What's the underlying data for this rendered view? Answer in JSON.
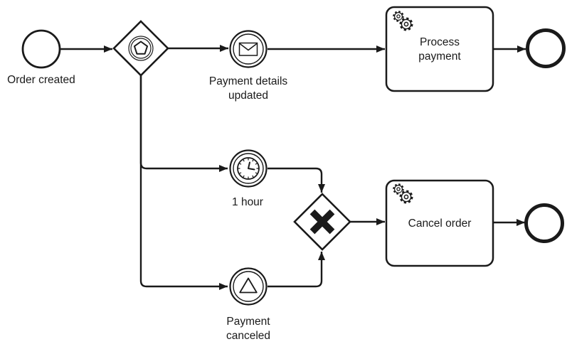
{
  "diagram": {
    "kind": "bpmn-process-diagram",
    "colors": {
      "stroke": "#1a1a1a",
      "background": "#ffffff",
      "shape_fill": "#ffffff"
    },
    "nodes": {
      "start_event": {
        "type": "start-event",
        "label": "Order created"
      },
      "event_gateway": {
        "type": "event-based-gateway",
        "marker": "pentagon-in-double-circle"
      },
      "message_event": {
        "type": "message-intermediate-catch-event",
        "icon": "envelope",
        "label_line1": "Payment details",
        "label_line2": "updated"
      },
      "process_payment_task": {
        "type": "service-task",
        "icon": "gears",
        "label_line1": "Process",
        "label_line2": "payment"
      },
      "end_event_top": {
        "type": "end-event"
      },
      "timer_event": {
        "type": "timer-intermediate-catch-event",
        "icon": "clock",
        "label": "1 hour"
      },
      "signal_event": {
        "type": "signal-intermediate-catch-event",
        "icon": "triangle",
        "label_line1": "Payment",
        "label_line2": "canceled"
      },
      "exclusive_gateway": {
        "type": "exclusive-gateway",
        "symbol": "X"
      },
      "cancel_order_task": {
        "type": "service-task",
        "icon": "gears",
        "label": "Cancel order"
      },
      "end_event_bottom": {
        "type": "end-event"
      }
    },
    "flows": [
      {
        "from": "start_event",
        "to": "event_gateway"
      },
      {
        "from": "event_gateway",
        "to": "message_event"
      },
      {
        "from": "message_event",
        "to": "process_payment_task"
      },
      {
        "from": "process_payment_task",
        "to": "end_event_top"
      },
      {
        "from": "event_gateway",
        "to": "timer_event"
      },
      {
        "from": "timer_event",
        "to": "exclusive_gateway"
      },
      {
        "from": "event_gateway",
        "to": "signal_event"
      },
      {
        "from": "signal_event",
        "to": "exclusive_gateway"
      },
      {
        "from": "exclusive_gateway",
        "to": "cancel_order_task"
      },
      {
        "from": "cancel_order_task",
        "to": "end_event_bottom"
      }
    ]
  }
}
